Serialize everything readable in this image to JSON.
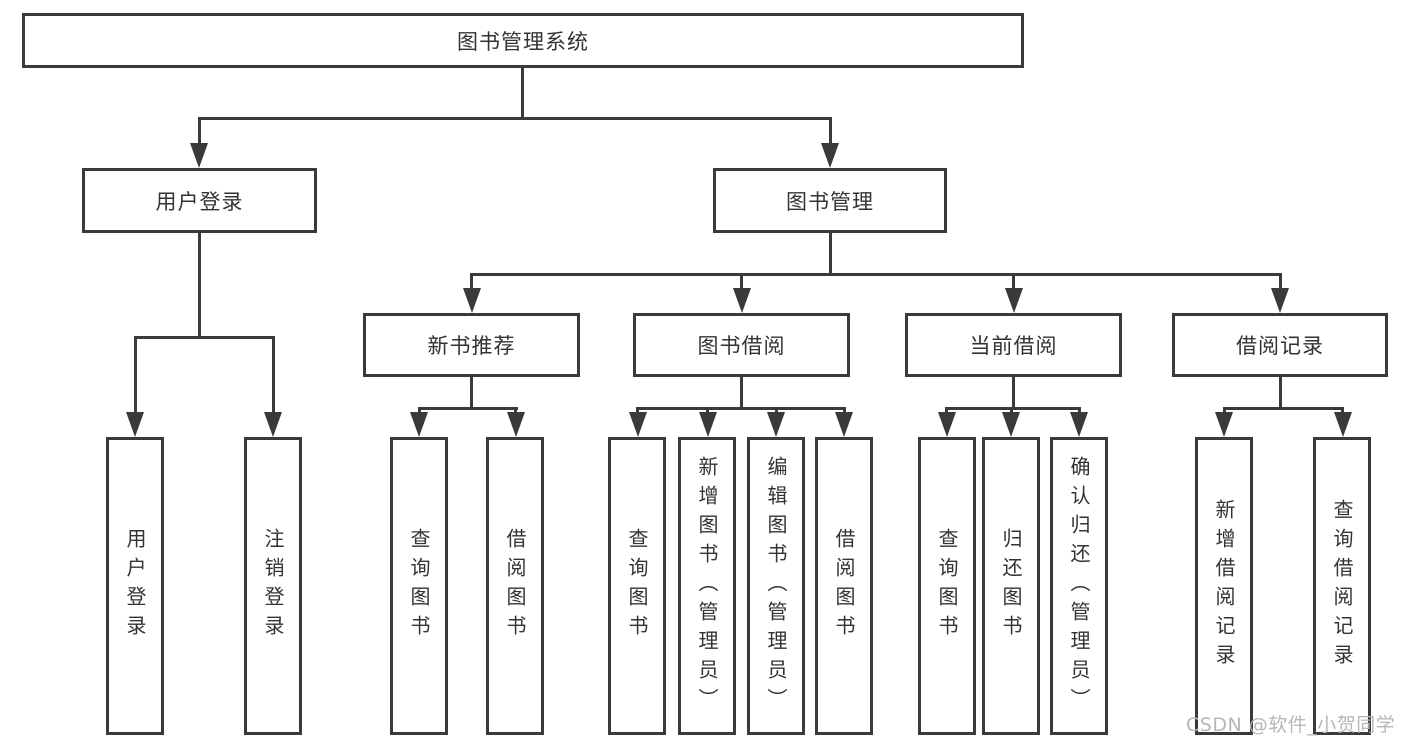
{
  "nodes": {
    "root": "图书管理系统",
    "user_login": "用户登录",
    "book_mgmt": "图书管理",
    "new_book_rec": "新书推荐",
    "book_borrow": "图书借阅",
    "current_borrow": "当前借阅",
    "borrow_record": "借阅记录",
    "leaf_user_login": "用户登录",
    "leaf_logout": "注销登录",
    "leaf_nbr_query": "查询图书",
    "leaf_nbr_borrow": "借阅图书",
    "leaf_bb_query": "查询图书",
    "leaf_bb_add": "新增图书（管理员）",
    "leaf_bb_edit": "编辑图书（管理员）",
    "leaf_bb_borrow": "借阅图书",
    "leaf_cb_query": "查询图书",
    "leaf_cb_return": "归还图书",
    "leaf_cb_confirm": "确认归还（管理员）",
    "leaf_br_add": "新增借阅记录",
    "leaf_br_query": "查询借阅记录"
  },
  "watermark": "CSDN @软件_小贺同学",
  "colors": {
    "line": "#3a3a3a",
    "text": "#333333",
    "watermark": "#b7b7b7",
    "background": "#ffffff"
  }
}
